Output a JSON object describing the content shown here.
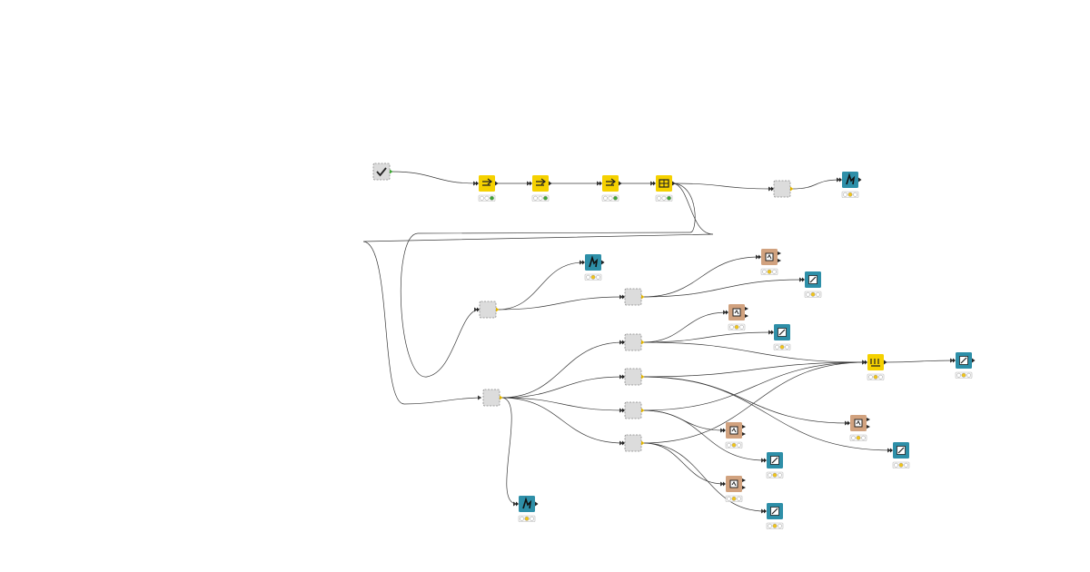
{
  "workflow": {
    "nodes": [
      {
        "id": "n1",
        "type": "component",
        "icon": "checkmark-icon"
      },
      {
        "id": "n2",
        "type": "manipulator",
        "icon": "filter-icon",
        "status": "green"
      },
      {
        "id": "n3",
        "type": "manipulator",
        "icon": "filter-icon",
        "status": "green"
      },
      {
        "id": "n4",
        "type": "manipulator",
        "icon": "filter-icon",
        "status": "green"
      },
      {
        "id": "n5",
        "type": "manipulator",
        "icon": "table-icon",
        "status": "green"
      },
      {
        "id": "n6",
        "type": "metanode"
      },
      {
        "id": "n7",
        "type": "learner",
        "icon": "learner-icon",
        "status": "yellow"
      },
      {
        "id": "n8",
        "type": "learner",
        "icon": "learner-icon",
        "status": "yellow"
      },
      {
        "id": "n9",
        "type": "metanode"
      },
      {
        "id": "n10",
        "type": "metanode"
      },
      {
        "id": "n11",
        "type": "predictor",
        "icon": "predictor-icon",
        "status": "yellow"
      },
      {
        "id": "n12",
        "type": "scorer",
        "icon": "scorer-icon",
        "status": "yellow"
      },
      {
        "id": "n13",
        "type": "metanode"
      },
      {
        "id": "n14",
        "type": "predictor",
        "icon": "predictor-icon",
        "status": "yellow"
      },
      {
        "id": "n15",
        "type": "scorer",
        "icon": "scorer-icon",
        "status": "yellow"
      },
      {
        "id": "n16",
        "type": "metanode"
      },
      {
        "id": "n17",
        "type": "metanode"
      },
      {
        "id": "n18",
        "type": "metanode"
      },
      {
        "id": "n19",
        "type": "manipulator",
        "icon": "concatenate-icon",
        "status": "yellow"
      },
      {
        "id": "n20",
        "type": "scorer",
        "icon": "scorer-icon",
        "status": "yellow"
      },
      {
        "id": "n21",
        "type": "predictor",
        "icon": "predictor-icon",
        "status": "yellow"
      },
      {
        "id": "n22",
        "type": "scorer",
        "icon": "scorer-icon",
        "status": "yellow"
      },
      {
        "id": "n23",
        "type": "predictor",
        "icon": "predictor-icon",
        "status": "yellow"
      },
      {
        "id": "n24",
        "type": "scorer",
        "icon": "scorer-icon",
        "status": "yellow"
      },
      {
        "id": "n25",
        "type": "predictor",
        "icon": "predictor-icon",
        "status": "yellow"
      },
      {
        "id": "n26",
        "type": "scorer",
        "icon": "scorer-icon",
        "status": "yellow"
      },
      {
        "id": "n27",
        "type": "learner",
        "icon": "learner-icon",
        "status": "yellow"
      }
    ],
    "colors": {
      "manipulator": "#f5d100",
      "learner": "#2e8fa8",
      "predictor": "#d1a27f",
      "scorer": "#2e8fa8",
      "metanode": "#dcdcdc",
      "status_green": "#3fa535",
      "status_yellow": "#f0c419",
      "connection": "#3a3a3a"
    }
  }
}
